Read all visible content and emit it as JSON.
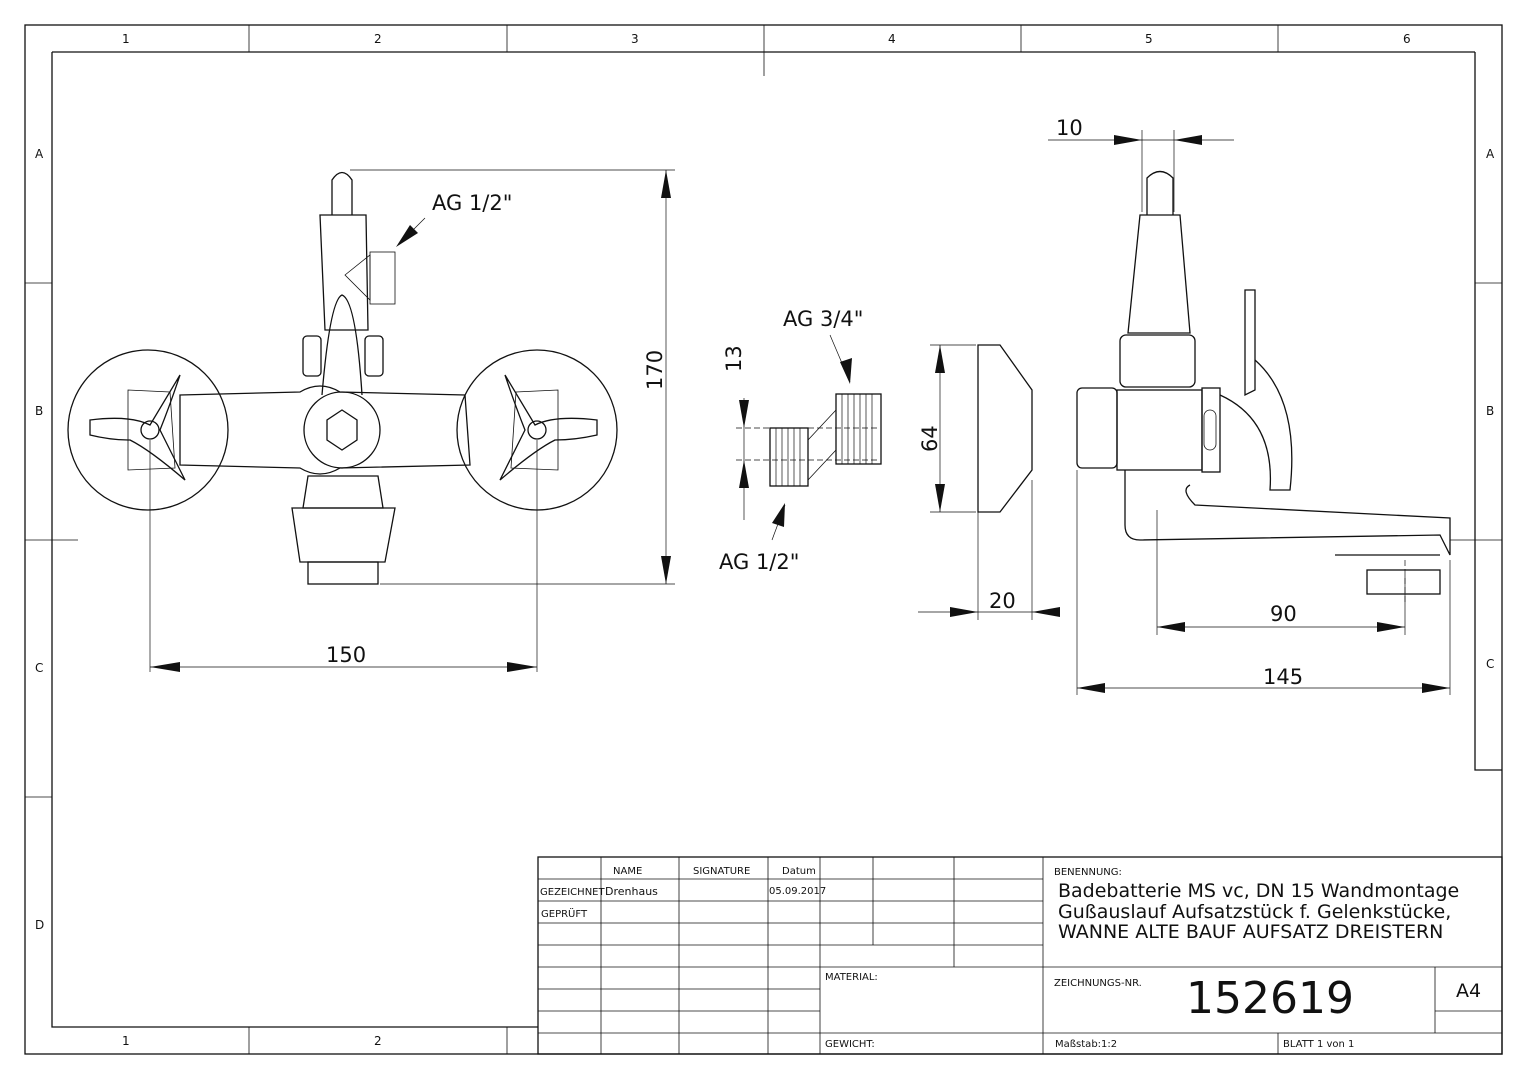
{
  "border": {
    "columns": [
      "1",
      "2",
      "3",
      "4",
      "5",
      "6"
    ],
    "rows": [
      "A",
      "B",
      "C",
      "D"
    ]
  },
  "dimensions": {
    "front_height": "170",
    "front_width": "150",
    "thread_top": "AG 1/2\"",
    "adapter_top": "AG 3/4\"",
    "adapter_bottom": "AG 1/2\"",
    "adapter_offset": "13",
    "rosette_height": "64",
    "rosette_depth": "20",
    "stem_width": "10",
    "spout_reach": "90",
    "side_total": "145"
  },
  "title_block": {
    "headers": {
      "name": "NAME",
      "signature": "SIGNATURE",
      "date": "Datum"
    },
    "drawn_label": "GEZEICHNET",
    "drawn_name": "Drenhaus",
    "drawn_date": "05.09.2017",
    "checked_label": "GEPRÜFT",
    "material_label": "MATERIAL:",
    "weight_label": "GEWICHT:",
    "designation_label": "BENENNUNG:",
    "designation_lines": [
      "Badebatterie MS vc, DN 15  Wandmontage",
      "Gußauslauf Aufsatzstück f. Gelenkstücke,",
      "WANNE ALTE BAUF AUFSATZ DREISTERN"
    ],
    "drawing_no_label": "ZEICHNUNGS-NR.",
    "drawing_no": "152619",
    "format": "A4",
    "scale": "Maßstab:1:2",
    "sheet": "BLATT 1 von 1"
  }
}
